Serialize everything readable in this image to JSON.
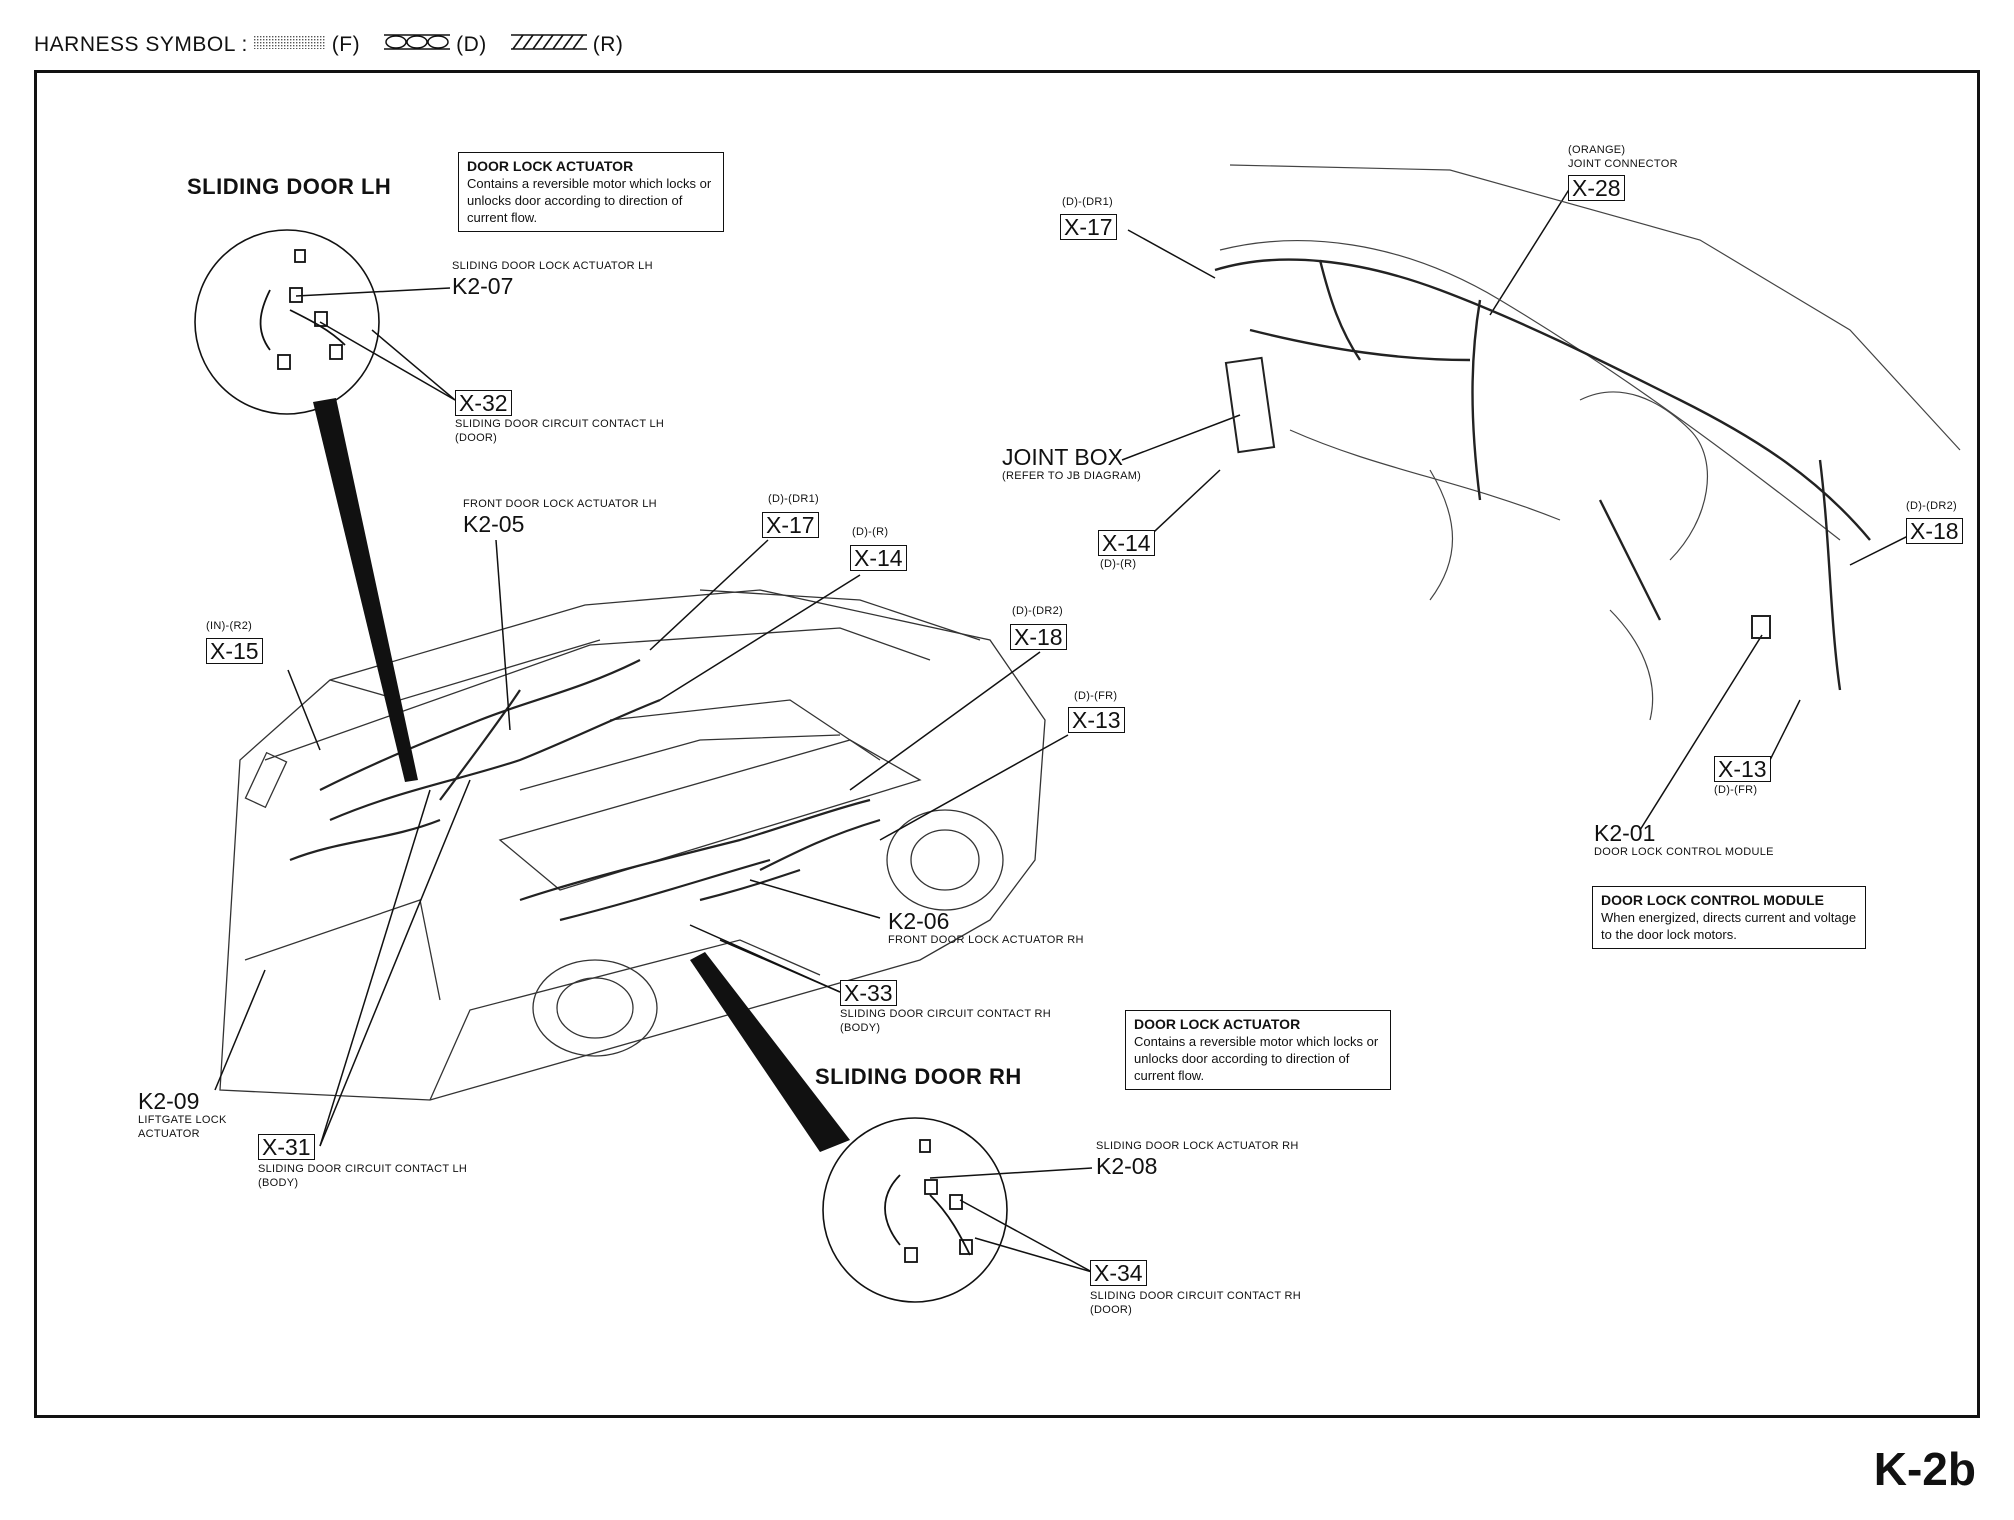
{
  "legend": {
    "label": "HARNESS SYMBOL :",
    "items": [
      {
        "code": "(F)",
        "pattern": "dotted"
      },
      {
        "code": "(D)",
        "pattern": "loops"
      },
      {
        "code": "(R)",
        "pattern": "hatched"
      }
    ]
  },
  "titles": {
    "sliding_lh": "SLIDING DOOR LH",
    "sliding_rh": "SLIDING DOOR RH"
  },
  "notes": {
    "actuator_top": {
      "heading": "DOOR LOCK ACTUATOR",
      "body": "Contains a reversible motor which locks or unlocks door according to direction of current flow."
    },
    "actuator_bottom": {
      "heading": "DOOR LOCK ACTUATOR",
      "body": "Contains a reversible motor which locks or unlocks door according to direction of current flow."
    },
    "module": {
      "heading": "DOOR LOCK CONTROL MODULE",
      "body": "When energized, directs current and voltage to the door lock motors."
    }
  },
  "components": {
    "k207": {
      "desc": "SLIDING DOOR LOCK ACTUATOR LH",
      "code": "K2-07"
    },
    "x32_lh": {
      "code": "X-32",
      "desc": "SLIDING DOOR CIRCUIT CONTACT LH",
      "sub": "(DOOR)"
    },
    "k205": {
      "desc": "FRONT DOOR LOCK ACTUATOR LH",
      "code": "K2-05"
    },
    "x17_car": {
      "tag": "(D)-(DR1)",
      "code": "X-17"
    },
    "x14_car": {
      "tag": "(D)-(R)",
      "code": "X-14"
    },
    "x15": {
      "tag": "(IN)-(R2)",
      "code": "X-15"
    },
    "x18_car": {
      "tag": "(D)-(DR2)",
      "code": "X-18"
    },
    "x13_car": {
      "tag": "(D)-(FR)",
      "code": "X-13"
    },
    "k206": {
      "code": "K2-06",
      "desc": "FRONT DOOR LOCK ACTUATOR RH"
    },
    "x33": {
      "code": "X-33",
      "desc": "SLIDING DOOR CIRCUIT CONTACT RH",
      "sub": "(BODY)"
    },
    "k209": {
      "code": "K2-09",
      "desc": "LIFTGATE LOCK",
      "desc2": "ACTUATOR"
    },
    "x31": {
      "code": "X-31",
      "desc": "SLIDING DOOR CIRCUIT CONTACT LH",
      "sub": "(BODY)"
    },
    "k208": {
      "desc": "SLIDING DOOR LOCK ACTUATOR RH",
      "code": "K2-08"
    },
    "x34": {
      "code": "X-34",
      "desc": "SLIDING DOOR CIRCUIT CONTACT RH",
      "sub": "(DOOR)"
    },
    "x17_dash": {
      "tag": "(D)-(DR1)",
      "code": "X-17"
    },
    "x28": {
      "tag": "(ORANGE)",
      "desc": "JOINT CONNECTOR",
      "code": "X-28"
    },
    "joint_box": {
      "code": "JOINT BOX",
      "desc": "(REFER TO JB DIAGRAM)"
    },
    "x14_dash": {
      "code": "X-14",
      "tag": "(D)-(R)"
    },
    "x18_dash": {
      "tag": "(D)-(DR2)",
      "code": "X-18"
    },
    "x13_dash": {
      "code": "X-13",
      "tag": "(D)-(FR)"
    },
    "k201": {
      "code": "K2-01",
      "desc": "DOOR LOCK CONTROL MODULE"
    }
  },
  "page_id": "K-2b"
}
